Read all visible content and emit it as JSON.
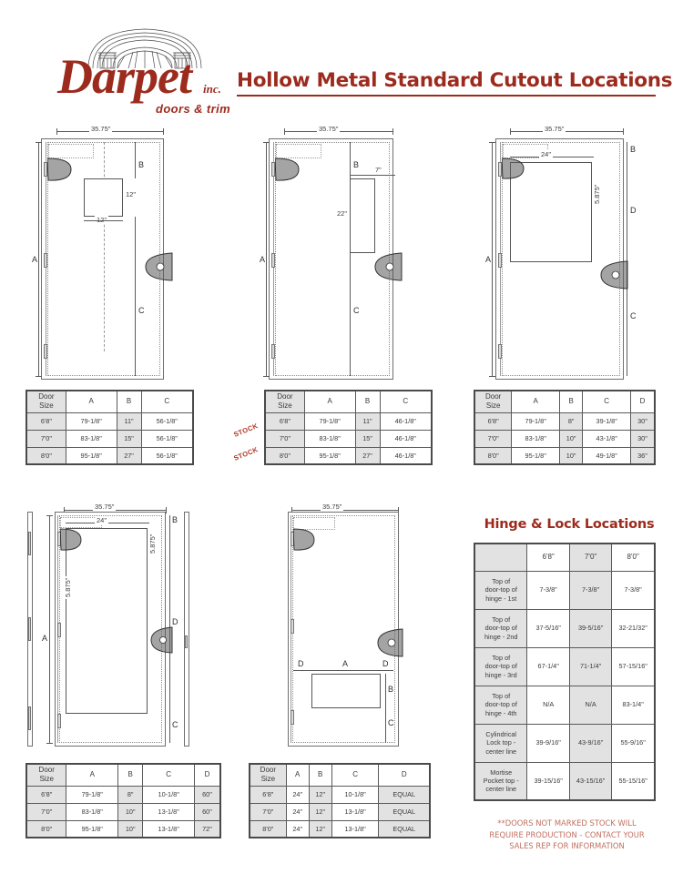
{
  "header": {
    "logo_word": "Darpet",
    "logo_inc": "inc.",
    "logo_sub": "doors & trim",
    "title": "Hollow Metal Standard Cutout Locations"
  },
  "diagrams": [
    {
      "id": "diagram-1",
      "width_label": "35.75\"",
      "labels": [
        "A",
        "B",
        "C"
      ],
      "cutout_w": "12\"",
      "cutout_h": "12\""
    },
    {
      "id": "diagram-2",
      "width_label": "35.75\"",
      "labels": [
        "A",
        "B",
        "C"
      ],
      "cutout_w": "7\"",
      "cutout_h": "22\""
    },
    {
      "id": "diagram-3",
      "width_label": "35.75\"",
      "labels": [
        "A",
        "B",
        "C",
        "D"
      ],
      "cutout_w": "24\"",
      "offset": "5.875\""
    },
    {
      "id": "diagram-4",
      "width_label": "35.75\"",
      "labels": [
        "A",
        "B",
        "C",
        "D"
      ],
      "cutout_w": "24\"",
      "offset_right": "5.875\"",
      "offset_left": "5.875\""
    },
    {
      "id": "diagram-5",
      "width_label": "35.75\"",
      "labels": [
        "A",
        "B",
        "C",
        "D"
      ]
    }
  ],
  "tables": [
    {
      "id": "table-1",
      "headers": [
        "Door\nSize",
        "A",
        "B",
        "C"
      ],
      "header_lines": [
        [
          "Door",
          "Size"
        ],
        [
          "A"
        ],
        [
          "B"
        ],
        [
          "C"
        ]
      ],
      "rows": [
        [
          "6'8\"",
          "79-1/8\"",
          "11\"",
          "56-1/8\""
        ],
        [
          "7'0\"",
          "83-1/8\"",
          "15\"",
          "56-1/8\""
        ],
        [
          "8'0\"",
          "95-1/8\"",
          "27\"",
          "56-1/8\""
        ]
      ],
      "stock_rows": []
    },
    {
      "id": "table-2",
      "header_lines": [
        [
          "Door",
          "Size"
        ],
        [
          "A"
        ],
        [
          "B"
        ],
        [
          "C"
        ]
      ],
      "rows": [
        [
          "6'8\"",
          "79-1/8\"",
          "11\"",
          "46-1/8\""
        ],
        [
          "7'0\"",
          "83-1/8\"",
          "15\"",
          "46-1/8\""
        ],
        [
          "8'0\"",
          "95-1/8\"",
          "27\"",
          "46-1/8\""
        ]
      ],
      "stock_rows": [
        "STOCK",
        "STOCK"
      ]
    },
    {
      "id": "table-3",
      "header_lines": [
        [
          "Door",
          "Size"
        ],
        [
          "A"
        ],
        [
          "B"
        ],
        [
          "C"
        ],
        [
          "D"
        ]
      ],
      "rows": [
        [
          "6'8\"",
          "79-1/8\"",
          "8\"",
          "39-1/8\"",
          "30\""
        ],
        [
          "7'0\"",
          "83-1/8\"",
          "10\"",
          "43-1/8\"",
          "30\""
        ],
        [
          "8'0\"",
          "95-1/8\"",
          "10\"",
          "49-1/8\"",
          "36\""
        ]
      ],
      "stock_rows": []
    },
    {
      "id": "table-4",
      "header_lines": [
        [
          "Door",
          "Size"
        ],
        [
          "A"
        ],
        [
          "B"
        ],
        [
          "C"
        ],
        [
          "D"
        ]
      ],
      "rows": [
        [
          "6'8\"",
          "79-1/8\"",
          "8\"",
          "10-1/8\"",
          "60\""
        ],
        [
          "7'0\"",
          "83-1/8\"",
          "10\"",
          "13-1/8\"",
          "60\""
        ],
        [
          "8'0\"",
          "95-1/8\"",
          "10\"",
          "13-1/8\"",
          "72\""
        ]
      ],
      "stock_rows": []
    },
    {
      "id": "table-5",
      "header_lines": [
        [
          "Door",
          "Size"
        ],
        [
          "A"
        ],
        [
          "B"
        ],
        [
          "C"
        ],
        [
          "D"
        ]
      ],
      "rows": [
        [
          "6'8\"",
          "24\"",
          "12\"",
          "10-1/8\"",
          "EQUAL"
        ],
        [
          "7'0\"",
          "24\"",
          "12\"",
          "13-1/8\"",
          "EQUAL"
        ],
        [
          "8'0\"",
          "24\"",
          "12\"",
          "13-1/8\"",
          "EQUAL"
        ]
      ],
      "stock_rows": []
    }
  ],
  "hinge_lock": {
    "title": "Hinge & Lock Locations",
    "col_headers": [
      "",
      "6'8\"",
      "7'0\"",
      "8'0\""
    ],
    "rows": [
      {
        "label_lines": [
          "Top of",
          "door-top of",
          "hinge - 1st"
        ],
        "values": [
          "7-3/8\"",
          "7-3/8\"",
          "7-3/8\""
        ]
      },
      {
        "label_lines": [
          "Top of",
          "door-top of",
          "hinge - 2nd"
        ],
        "values": [
          "37-5/16\"",
          "39-5/16\"",
          "32-21/32\""
        ]
      },
      {
        "label_lines": [
          "Top of",
          "door-top of",
          "hinge - 3rd"
        ],
        "values": [
          "67-1/4\"",
          "71-1/4\"",
          "57-15/16\""
        ]
      },
      {
        "label_lines": [
          "Top of",
          "door-top of",
          "hinge - 4th"
        ],
        "values": [
          "N/A",
          "N/A",
          "83-1/4\""
        ]
      },
      {
        "label_lines": [
          "Cylindrical",
          "Lock top -",
          "center line"
        ],
        "values": [
          "39-9/16\"",
          "43-9/16\"",
          "55-9/16\""
        ]
      },
      {
        "label_lines": [
          "Mortise",
          "Pocket top -",
          "center line"
        ],
        "values": [
          "39-15/16\"",
          "43-15/16\"",
          "55-15/16\""
        ]
      }
    ]
  },
  "footnote": {
    "line1": "**DOORS NOT MARKED STOCK WILL",
    "line2": "REQUIRE PRODUCTION - CONTACT YOUR",
    "line3": "SALES REP FOR INFORMATION"
  },
  "colors": {
    "brand_red": "#9c2b1e",
    "stock_red": "#b03a28",
    "footnote_red": "#c0705f",
    "table_shade": "#e2e2e2"
  }
}
